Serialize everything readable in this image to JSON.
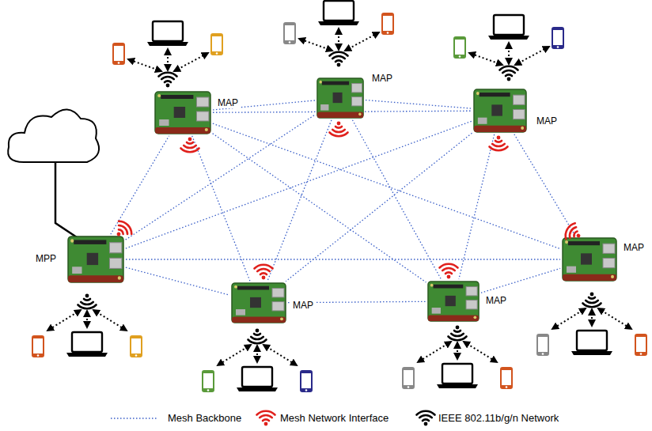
{
  "diagram": {
    "nodes": [
      {
        "text": [
          "MAP"
        ]
      },
      {
        "text": [
          "MAP"
        ]
      },
      {
        "text": [
          "MAP"
        ]
      },
      {
        "text": [
          "MPP"
        ]
      },
      {
        "text": [
          "MAP"
        ]
      },
      {
        "text": [
          "MAP"
        ]
      },
      {
        "text": [
          "MAP"
        ]
      }
    ],
    "edges": [
      {
        "from": 0,
        "to": 1,
        "arrow": "none"
      },
      {
        "from": 1,
        "to": 2,
        "arrow": "none"
      },
      {
        "from": 0,
        "to": 2,
        "arrow": "none"
      },
      {
        "from": 3,
        "to": 0,
        "arrow": "none"
      },
      {
        "from": 3,
        "to": 1,
        "arrow": "none"
      },
      {
        "from": 3,
        "to": 2,
        "arrow": "none"
      },
      {
        "from": 3,
        "to": 5,
        "arrow": "none"
      },
      {
        "from": 3,
        "to": 4,
        "arrow": "none"
      },
      {
        "from": 0,
        "to": 5,
        "arrow": "none"
      },
      {
        "from": 0,
        "to": 6,
        "arrow": "none"
      },
      {
        "from": 0,
        "to": 4,
        "arrow": "none"
      },
      {
        "from": 1,
        "to": 5,
        "arrow": "none"
      },
      {
        "from": 1,
        "to": 6,
        "arrow": "none"
      },
      {
        "from": 2,
        "to": 5,
        "arrow": "none"
      },
      {
        "from": 2,
        "to": 6,
        "arrow": "none"
      },
      {
        "from": 2,
        "to": 4,
        "arrow": "none"
      },
      {
        "from": 5,
        "to": 6,
        "arrow": "none"
      },
      {
        "from": 6,
        "to": 4,
        "arrow": "none"
      }
    ],
    "legend": [
      {
        "text": "Mesh Backbone"
      },
      {
        "text": "Mesh Network Interface"
      },
      {
        "text": "IEEE 802.11b/g/n Network"
      }
    ]
  }
}
